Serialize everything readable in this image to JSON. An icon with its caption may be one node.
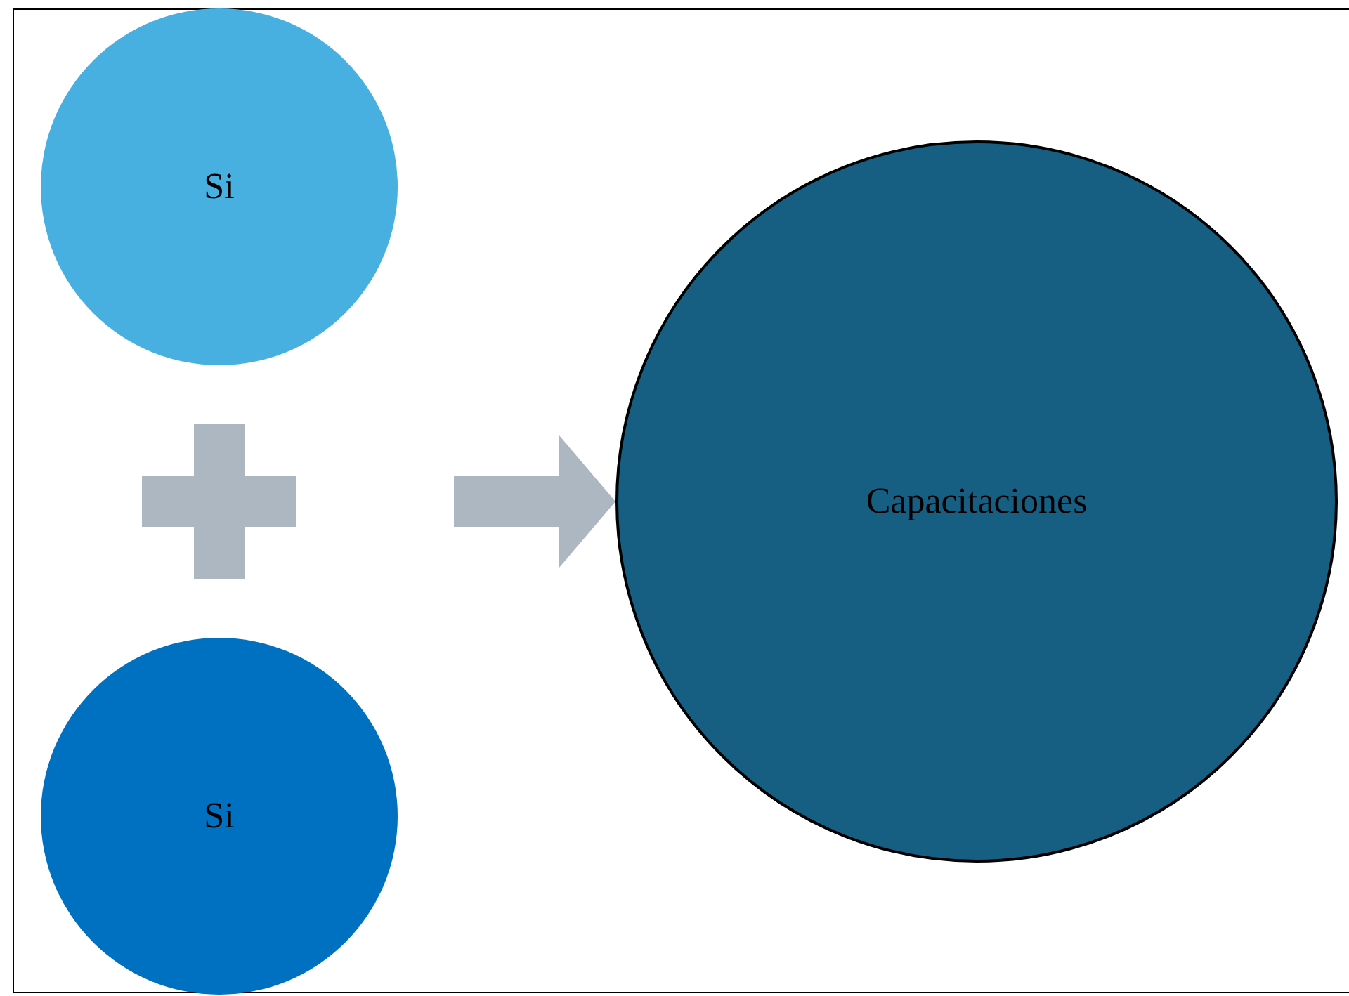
{
  "diagram": {
    "nodes": [
      {
        "text": [
          "Si"
        ]
      },
      {
        "text": [
          "Si"
        ]
      },
      {
        "text": [
          "Capacitaciones"
        ]
      }
    ],
    "edges": [
      {
        "from": null,
        "to": 2,
        "arrow": "to",
        "style": "thick"
      }
    ]
  }
}
